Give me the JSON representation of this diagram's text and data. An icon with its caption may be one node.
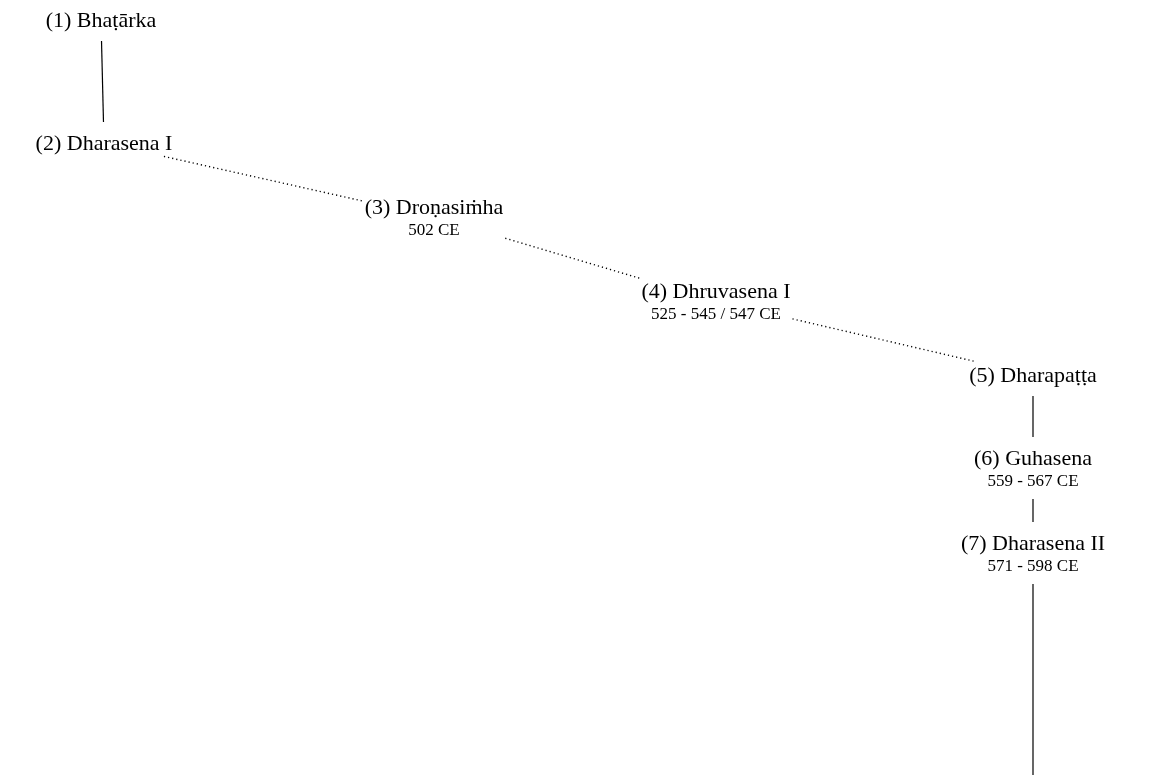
{
  "diagram": {
    "nodes": [
      {
        "text": [
          "(1) Bhaṭārka"
        ]
      },
      {
        "text": [
          "(2) Dharasena I"
        ]
      },
      {
        "text": [
          "(3) Droṇasiṁha",
          "502 CE"
        ]
      },
      {
        "text": [
          "(4) Dhruvasena I",
          "525 - 545 / 547 CE"
        ]
      },
      {
        "text": [
          "(5) Dharapaṭṭa"
        ]
      },
      {
        "text": [
          "(6) Guhasena",
          "559 - 567 CE"
        ]
      },
      {
        "text": [
          "(7) Dharasena II",
          "571 - 598 CE"
        ]
      }
    ],
    "edges": [
      {
        "from": 0,
        "to": 1,
        "arrow": "none"
      },
      {
        "from": 1,
        "to": 2,
        "arrow": "none",
        "style": "dashed"
      },
      {
        "from": 2,
        "to": 3,
        "arrow": "none",
        "style": "dashed"
      },
      {
        "from": 3,
        "to": 4,
        "arrow": "none",
        "style": "dashed"
      },
      {
        "from": 4,
        "to": 5,
        "arrow": "none"
      },
      {
        "from": 5,
        "to": 6,
        "arrow": "none"
      },
      {
        "from": 6,
        "to": null,
        "arrow": "none"
      }
    ]
  }
}
